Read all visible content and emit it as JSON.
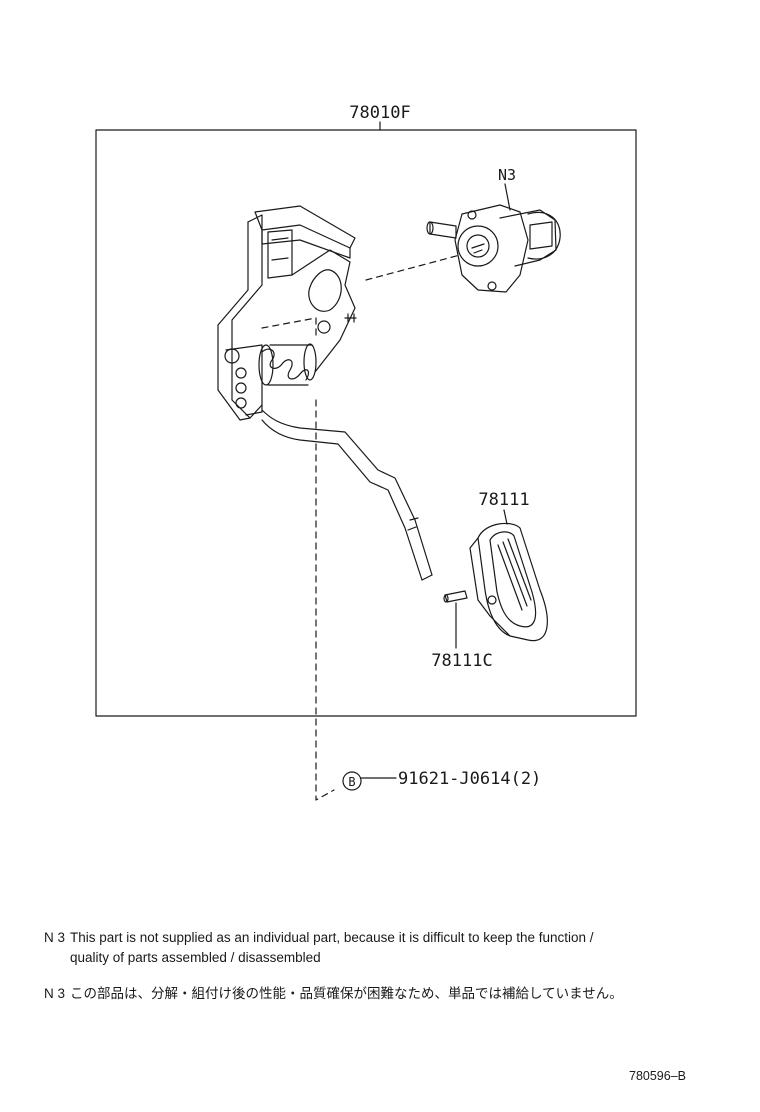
{
  "labels": {
    "assembly": "78010F",
    "sensor": "N3",
    "pedal_pad": "78111",
    "pad_pin": "78111C",
    "bolt_symbol": "B",
    "bolt": "91621-J0614(2)"
  },
  "notes": {
    "tag": "N 3",
    "en_line1": "This part is not supplied as an individual part, because it is difficult to keep the function /",
    "en_line2": "quality of parts assembled / disassembled",
    "ja": "この部品は、分解・組付け後の性能・品質確保が困難なため、単品では補給していません。"
  },
  "drawing_code": "780596–B",
  "colors": {
    "ink": "#1a1a1a",
    "background": "#ffffff"
  }
}
